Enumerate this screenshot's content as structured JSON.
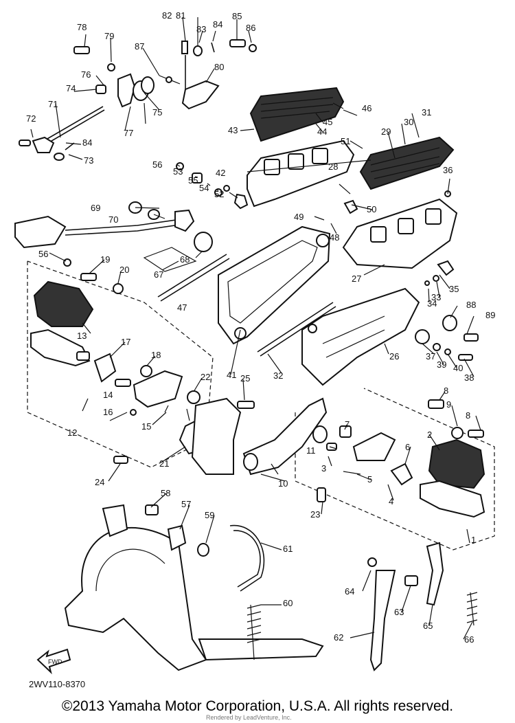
{
  "diagram": {
    "part_labels": [
      "78",
      "79",
      "82",
      "81",
      "83",
      "84",
      "85",
      "86",
      "87",
      "80",
      "76",
      "74",
      "75",
      "77",
      "71",
      "72",
      "84",
      "73",
      "46",
      "43",
      "45",
      "44",
      "31",
      "30",
      "29",
      "51",
      "56",
      "53",
      "55",
      "54",
      "52",
      "42",
      "28",
      "36",
      "69",
      "70",
      "50",
      "49",
      "48",
      "56",
      "19",
      "20",
      "67",
      "68",
      "27",
      "35",
      "34",
      "33",
      "88",
      "89",
      "13",
      "47",
      "41",
      "32",
      "26",
      "37",
      "39",
      "40",
      "38",
      "17",
      "18",
      "14",
      "22",
      "25",
      "16",
      "15",
      "12",
      "21",
      "24",
      "8",
      "9",
      "8",
      "7",
      "11",
      "2",
      "3",
      "6",
      "5",
      "10",
      "4",
      "23",
      "1",
      "58",
      "57",
      "59",
      "61",
      "60",
      "64",
      "63",
      "65",
      "62",
      "66"
    ],
    "fwd_arrow_text": "FWD",
    "drawing_code": "2WV110-8370"
  },
  "footer": {
    "copyright": "©2013 Yamaha Motor Corporation, U.S.A. All rights reserved.",
    "watermark": "Rendered by LeadVenture, Inc."
  }
}
